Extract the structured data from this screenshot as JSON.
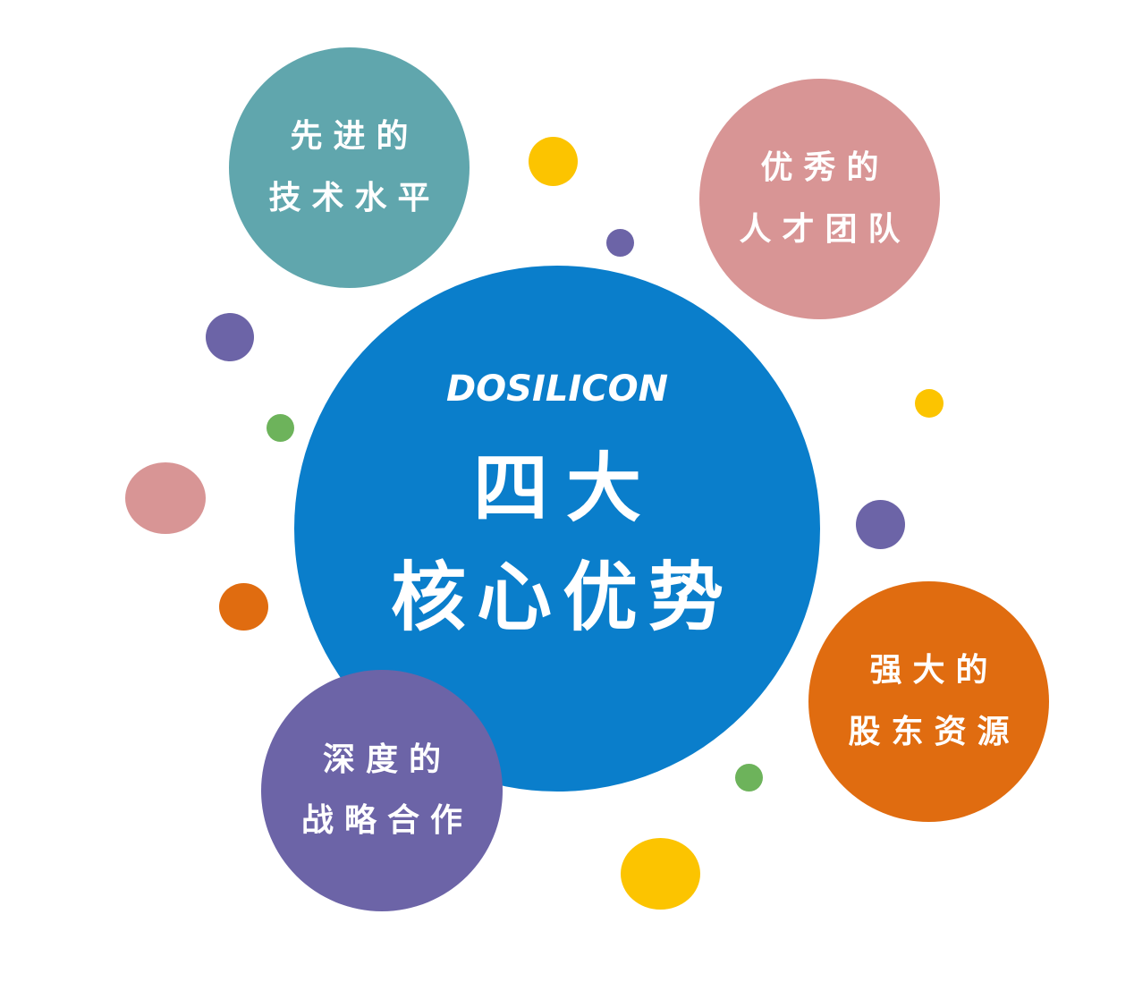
{
  "colors": {
    "center": "#0a7ecb",
    "teal": "#60a6ad",
    "pink": "#d89595",
    "orange": "#e06c10",
    "purple": "#6c64a7",
    "yellow": "#fcc400",
    "green": "#6db35b",
    "text": "#ffffff"
  },
  "center": {
    "brand": "DOSILICON",
    "line1": "四大",
    "line2": "核心优势"
  },
  "advantages": [
    {
      "line1": "先进的",
      "line2": "技术水平",
      "color": "teal"
    },
    {
      "line1": "优秀的",
      "line2": "人才团队",
      "color": "pink"
    },
    {
      "line1": "强大的",
      "line2": "股东资源",
      "color": "orange"
    },
    {
      "line1": "深度的",
      "line2": "战略合作",
      "color": "purple"
    }
  ]
}
